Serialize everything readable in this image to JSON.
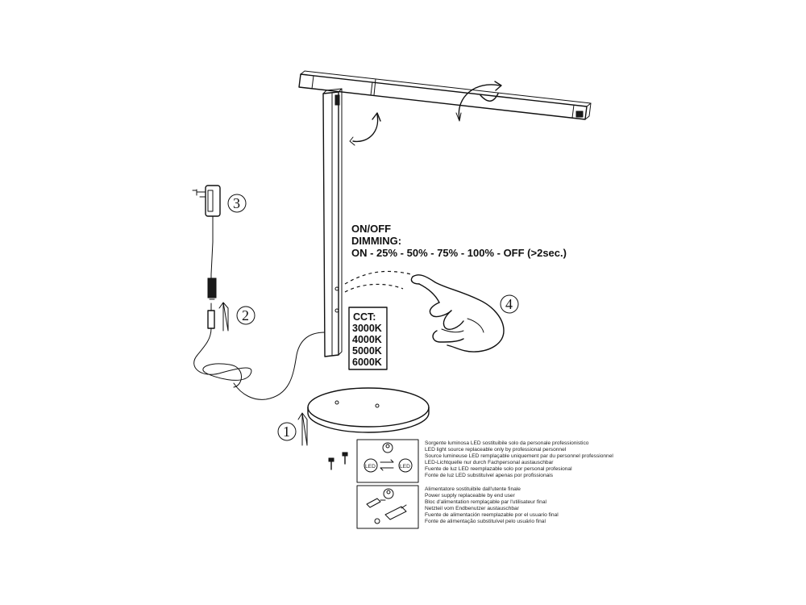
{
  "labels": {
    "on_off": "ON/OFF",
    "dimming": "DIMMING:",
    "dimming_sequence": "ON - 25% - 50% - 75% - 100% - OFF (>2sec.)"
  },
  "cct": {
    "title": "CCT:",
    "values": [
      "3000K",
      "4000K",
      "5000K",
      "6000K"
    ]
  },
  "steps": [
    "1",
    "2",
    "3",
    "4"
  ],
  "notice_led": {
    "icon_texts": [
      "LED",
      "LED"
    ],
    "lines": [
      "Sorgente luminosa LED sostituibile solo da personale professionistico",
      "LED light source replaceable only by professional personnel",
      "Source lumineuse LED remplaçable uniquement par du personnel professionnel",
      "LED-Lichtquelle nur durch Fachpersonal austauschbar",
      "Fuente de luz LED reemplazable solo por personal profesional",
      "Fonte de luz LED substituível apenas por profissionais"
    ]
  },
  "notice_power": {
    "lines": [
      "Alimentatore sostituibile dall'utente finale",
      "Power supply replaceable by end user",
      "Bloc d'alimentation remplaçable par l'utilisateur final",
      "Netzteil vom Endbenutzer austauschbar",
      "Fuente de alimentación reemplazable por el usuario final",
      "Fonte de alimentação substituível pelo usuário final"
    ]
  },
  "colors": {
    "line": "#111111",
    "background": "#ffffff"
  },
  "icons": [
    "rotate-arrow-icon",
    "up-arrow-icon",
    "screw-icon",
    "person-icon",
    "swap-arrows-icon"
  ]
}
